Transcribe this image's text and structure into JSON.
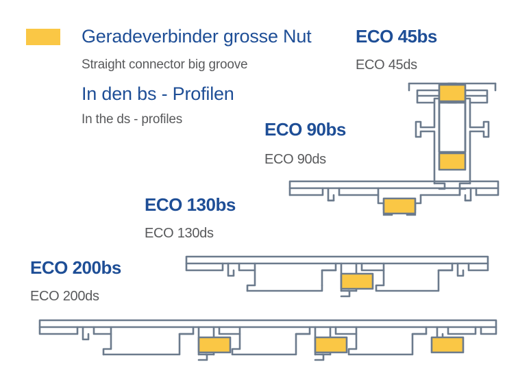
{
  "legend": {
    "swatch_color": "#fac745",
    "title_de": "Geradeverbinder grosse Nut",
    "title_en": "Straight connector big groove",
    "scope_de": "In den bs - Profilen",
    "scope_en": "In the ds - profiles"
  },
  "colors": {
    "heading_blue": "#1e4e96",
    "subtitle_grey": "#58595b",
    "connector_yellow": "#fac745",
    "profile_stroke": "#6b7a8c",
    "background": "#ffffff"
  },
  "profiles": [
    {
      "id": "eco-45",
      "label_bs": "ECO 45bs",
      "label_ds": "ECO 45ds",
      "orientation": "vertical",
      "connector_count": 2
    },
    {
      "id": "eco-90",
      "label_bs": "ECO 90bs",
      "label_ds": "ECO 90ds",
      "orientation": "horizontal",
      "connector_count": 1
    },
    {
      "id": "eco-130",
      "label_bs": "ECO 130bs",
      "label_ds": "ECO 130ds",
      "orientation": "horizontal",
      "connector_count": 1
    },
    {
      "id": "eco-200",
      "label_bs": "ECO 200bs",
      "label_ds": "ECO 200ds",
      "orientation": "horizontal",
      "connector_count": 3
    }
  ]
}
